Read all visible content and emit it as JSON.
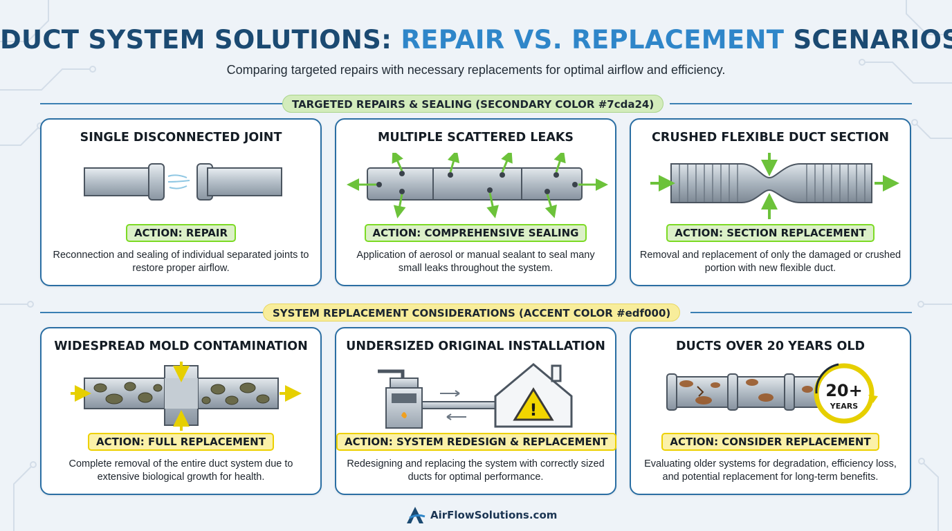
{
  "header": {
    "title_part1": "DUCT SYSTEM SOLUTIONS: ",
    "title_highlight": "REPAIR VS. REPLACEMENT",
    "title_part2": " SCENARIOS",
    "subtitle": "Comparing targeted repairs with necessary replacements for optimal airflow and efficiency."
  },
  "sections": {
    "repairs": {
      "label": "TARGETED REPAIRS & SEALING (SECONDARY COLOR #7cda24)",
      "color": "#7cda24"
    },
    "replacement": {
      "label": "SYSTEM REPLACEMENT CONSIDERATIONS (ACCENT COLOR #edf000)",
      "color": "#edf000"
    }
  },
  "cards": [
    {
      "title": "SINGLE DISCONNECTED JOINT",
      "icon": "disconnected-joint-icon",
      "action": "ACTION: REPAIR",
      "description": "Reconnection and sealing of individual separated joints to restore proper airflow."
    },
    {
      "title": "MULTIPLE SCATTERED LEAKS",
      "icon": "scattered-leaks-icon",
      "action": "ACTION: COMPREHENSIVE SEALING",
      "description": "Application of aerosol or manual sealant to seal many small leaks throughout the system."
    },
    {
      "title": "CRUSHED FLEXIBLE DUCT SECTION",
      "icon": "crushed-flex-duct-icon",
      "action": "ACTION: SECTION REPLACEMENT",
      "description": "Removal and replacement of only the damaged or crushed portion with new flexible duct."
    },
    {
      "title": "WIDESPREAD MOLD CONTAMINATION",
      "icon": "mold-duct-icon",
      "action": "ACTION: FULL REPLACEMENT",
      "description": "Complete removal of the entire duct system due to extensive biological growth for health."
    },
    {
      "title": "UNDERSIZED ORIGINAL INSTALLATION",
      "icon": "furnace-house-warning-icon",
      "action": "ACTION: SYSTEM REDESIGN & REPLACEMENT",
      "description": "Redesigning and replacing the system with correctly sized ducts for optimal performance."
    },
    {
      "title": "DUCTS OVER 20 YEARS OLD",
      "icon": "old-rusty-duct-icon",
      "badge_number": "20+",
      "badge_unit": "YEARS",
      "action": "ACTION: CONSIDER REPLACEMENT",
      "description": "Evaluating older systems for degradation, efficiency loss, and potential replacement for long-term benefits."
    }
  ],
  "footer": {
    "brand": "AirFlowSolutions.com",
    "logo_icon": "airflow-logo-icon"
  },
  "colors": {
    "primary": "#1b4a72",
    "highlight": "#2f86c9",
    "secondary": "#7cda24",
    "accent": "#edf000",
    "card_border": "#2a6ea3"
  }
}
